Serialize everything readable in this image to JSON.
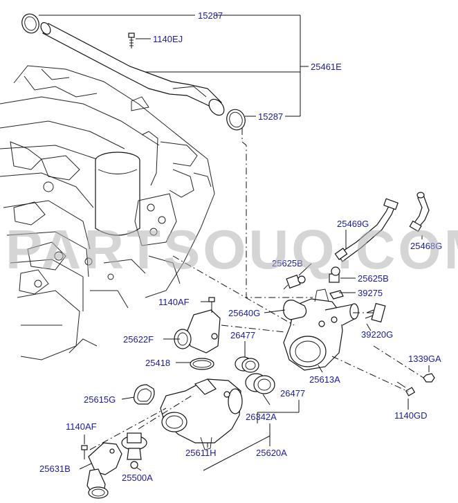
{
  "watermark": "PARTSOUQ.COM",
  "labels": {
    "p15287_top": "15287",
    "p1140EJ": "1140EJ",
    "p25461E": "25461E",
    "p15287_mid": "15287",
    "p25469G": "25469G",
    "p25468G": "25468G",
    "p25625B_l": "25625B",
    "p25625B_r": "25625B",
    "p39275": "39275",
    "p1140AF_top": "1140AF",
    "p25640G": "25640G",
    "p39220G": "39220G",
    "p25622F": "25622F",
    "p26477_top": "26477",
    "p25418": "25418",
    "p1339GA": "1339GA",
    "p25613A": "25613A",
    "p25615G": "25615G",
    "p26477_mid": "26477",
    "p26342A": "26342A",
    "p1140GD": "1140GD",
    "p1140AF_bot": "1140AF",
    "p25611H": "25611H",
    "p25620A": "25620A",
    "p25631B": "25631B",
    "p25500A": "25500A"
  }
}
